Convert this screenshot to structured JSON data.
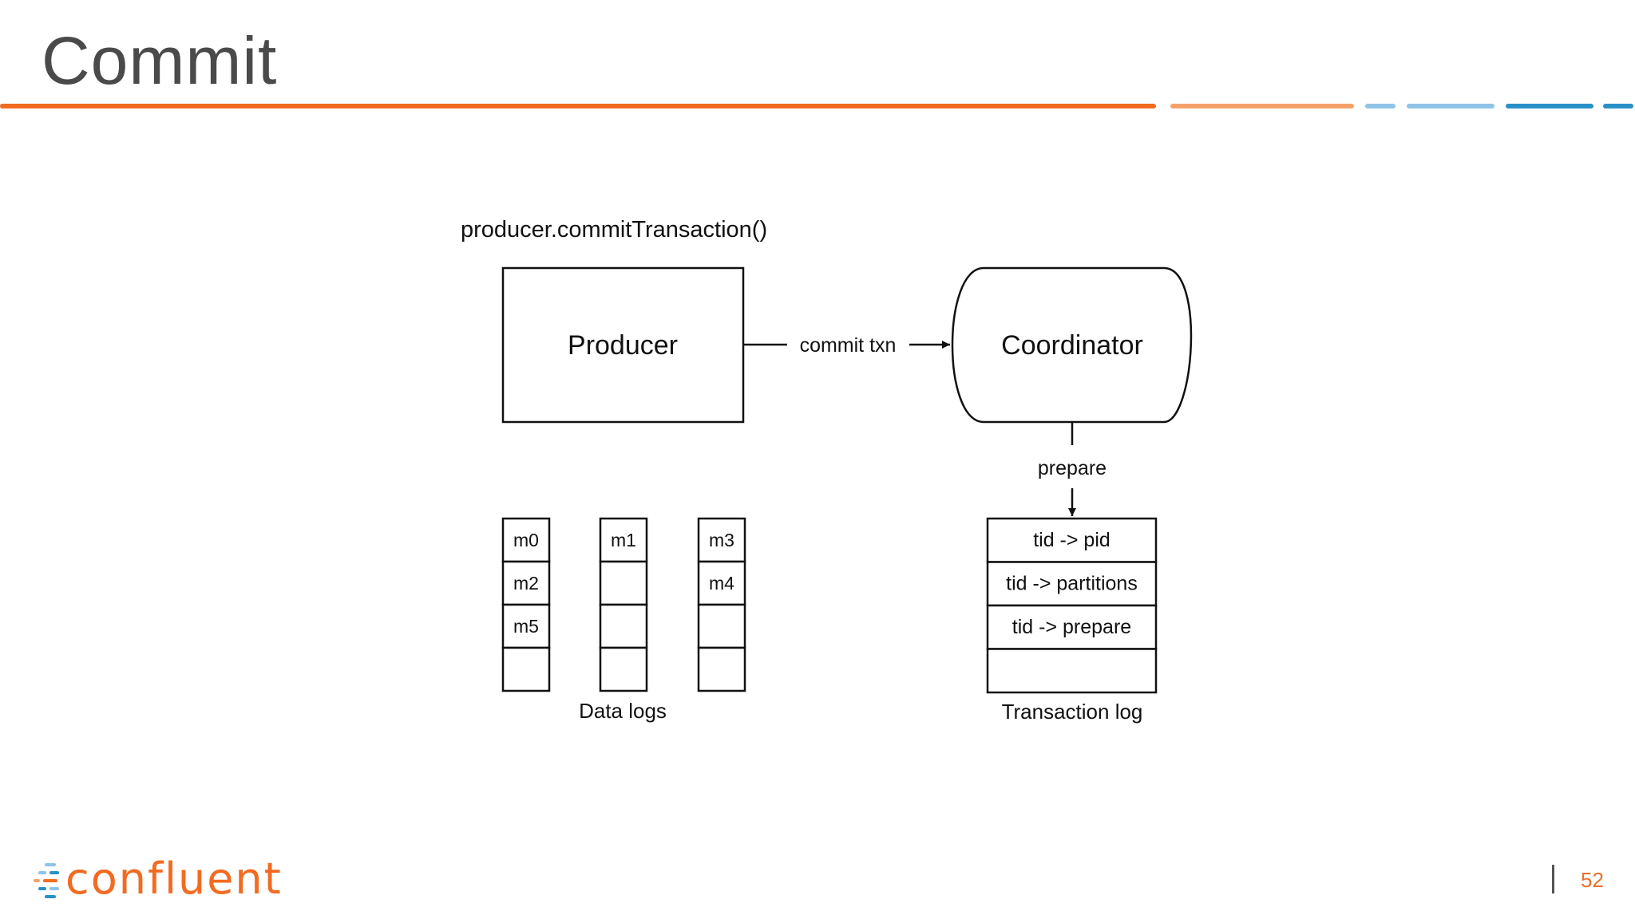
{
  "slide": {
    "title": "Commit",
    "page_number": "52"
  },
  "colors": {
    "orange": "#f26b21",
    "light_orange": "#f5a26a",
    "light_blue": "#8ec4e6",
    "blue": "#2990c8",
    "text": "#111111"
  },
  "diagram": {
    "api_call": "producer.commitTransaction()",
    "producer_label": "Producer",
    "coordinator_label": "Coordinator",
    "commit_edge_label": "commit txn",
    "prepare_edge_label": "prepare",
    "data_logs": {
      "caption": "Data logs",
      "columns": [
        [
          "m0",
          "m2",
          "m5",
          ""
        ],
        [
          "m1",
          "",
          "",
          ""
        ],
        [
          "m3",
          "m4",
          "",
          ""
        ]
      ]
    },
    "transaction_log": {
      "caption": "Transaction log",
      "entries": [
        "tid -> pid",
        "tid -> partitions",
        "tid -> prepare",
        ""
      ]
    }
  },
  "footer": {
    "logo_text": "confluent",
    "logo_icon": "confluent-logo-icon"
  }
}
